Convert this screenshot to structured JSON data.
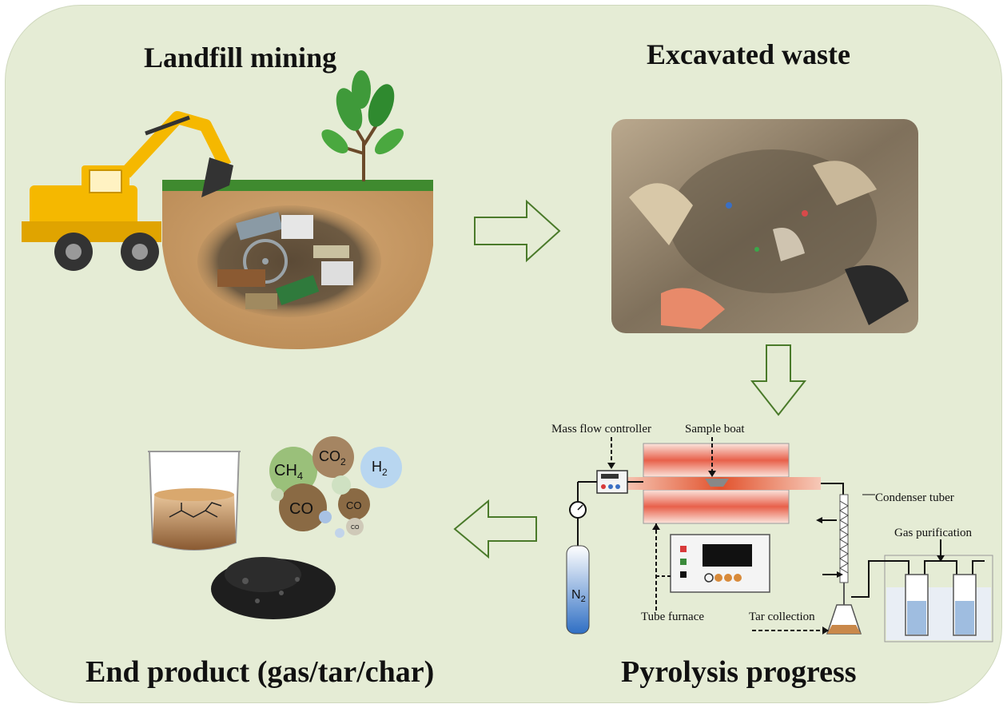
{
  "stages": {
    "landfill": "Landfill mining",
    "excavated": "Excavated waste",
    "pyrolysis": "Pyrolysis progress",
    "end_product": "End product (gas/tar/char)"
  },
  "apparatus": {
    "mass_flow": "Mass flow controller",
    "sample_boat": "Sample boat",
    "condenser": "Condenser tuber",
    "gas_purification": "Gas purification",
    "tube_furnace": "Tube furnace",
    "tar_collection": "Tar collection",
    "n2": "N",
    "n2_sub": "2"
  },
  "gases": {
    "ch4": "CH",
    "ch4_sub": "4",
    "co2": "CO",
    "co2_sub": "2",
    "h2": "H",
    "h2_sub": "2",
    "co_big": "CO",
    "co_mid": "CO",
    "co_small": "CO"
  },
  "colors": {
    "panel": "#e5ecd5",
    "arrow_stroke": "#4a7a2a",
    "excavator": "#f5b800",
    "soil": "#c79a64",
    "grass": "#3f8a2f",
    "furnace_heat": "#e8604a"
  }
}
